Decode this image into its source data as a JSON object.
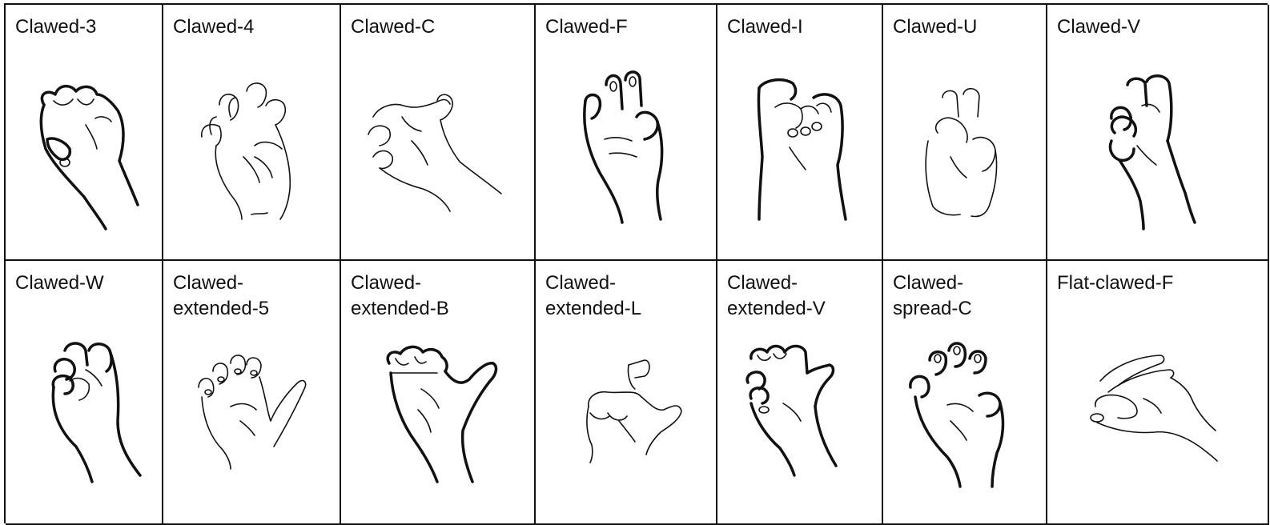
{
  "cells": [
    {
      "label": "Clawed-3",
      "icon": "clawed-3-handshape-icon"
    },
    {
      "label": "Clawed-4",
      "icon": "clawed-4-handshape-icon"
    },
    {
      "label": "Clawed-C",
      "icon": "clawed-c-handshape-icon"
    },
    {
      "label": "Clawed-F",
      "icon": "clawed-f-handshape-icon"
    },
    {
      "label": "Clawed-I",
      "icon": "clawed-i-handshape-icon"
    },
    {
      "label": "Clawed-U",
      "icon": "clawed-u-handshape-icon"
    },
    {
      "label": "Clawed-V",
      "icon": "clawed-v-handshape-icon"
    },
    {
      "label": "Clawed-W",
      "icon": "clawed-w-handshape-icon"
    },
    {
      "label": "Clawed-\nextended-5",
      "icon": "clawed-extended-5-handshape-icon"
    },
    {
      "label": "Clawed-\nextended-B",
      "icon": "clawed-extended-b-handshape-icon"
    },
    {
      "label": "Clawed-\nextended-L",
      "icon": "clawed-extended-l-handshape-icon"
    },
    {
      "label": "Clawed-\nextended-V",
      "icon": "clawed-extended-v-handshape-icon"
    },
    {
      "label": "Clawed-\nspread-C",
      "icon": "clawed-spread-c-handshape-icon"
    },
    {
      "label": "Flat-clawed-F",
      "icon": "flat-clawed-f-handshape-icon"
    }
  ]
}
